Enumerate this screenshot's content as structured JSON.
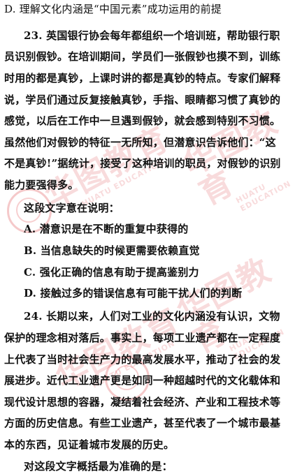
{
  "lines": {
    "l1": "D. 理解文化内涵是“中国元素”成功运用的前提",
    "q23_l1": "23. 英国银行协会每年都组织一个培训班，帮助银行职",
    "q23_l2": "员识别假钞。在培训期间，学员们一张假钞也摸不到，训练",
    "q23_l3": "时用的都是真钞，上课时讲的都是真钞的特点。专家们解释",
    "q23_l4": "说，学员们通过反复接触真钞，手指、眼睛都习惯了真钞的",
    "q23_l5": "感觉，以后在工作中一旦遇到假钞，就会感到特别不习惯。",
    "q23_l6": "虽然他们对假钞的特征一无所知，但潜意识告诉他们：“这",
    "q23_l7": "不是真钞!”据统计，接受了这种培训的职员，对假钞的识别",
    "q23_l8": "能力要强得多。",
    "q23_prompt": "这段文字意在说明：",
    "q23_a": "A. 潜意识是在不断的重复中获得的",
    "q23_b": "B.  当信息缺失的时候更需要依赖直觉",
    "q23_c": "C.  强化正确的信息有助于提高鉴别力",
    "q23_d": "D.  接触过多的错误信息有可能干扰人们的判断",
    "q24_l1": "24. 长期以来，人们对工业的文化内涵没有认识，文物",
    "q24_l2": "保护的理念相对落后。事实上，每项工业遗产都在一定程度",
    "q24_l3": "上代表了当时社会生产力的最高发展水平，推动了社会的发",
    "q24_l4": "展进步。近代工业遗产更是如同一种超越时代的文化载体和",
    "q24_l5": "现代设计思想的容器，凝结着社会经济、产业和工程技术等",
    "q24_l6": "方面的历史信息。有些工业遗产，甚至代表了一个城市最基",
    "q24_l7": "本的东西，见证着城市发展的历史。",
    "q24_prompt": "对这段文字概括最为准确的是："
  },
  "watermark": {
    "text_cn": "华图教育",
    "text_en": "HUATU EDUCATION",
    "color": "#d9262b"
  }
}
